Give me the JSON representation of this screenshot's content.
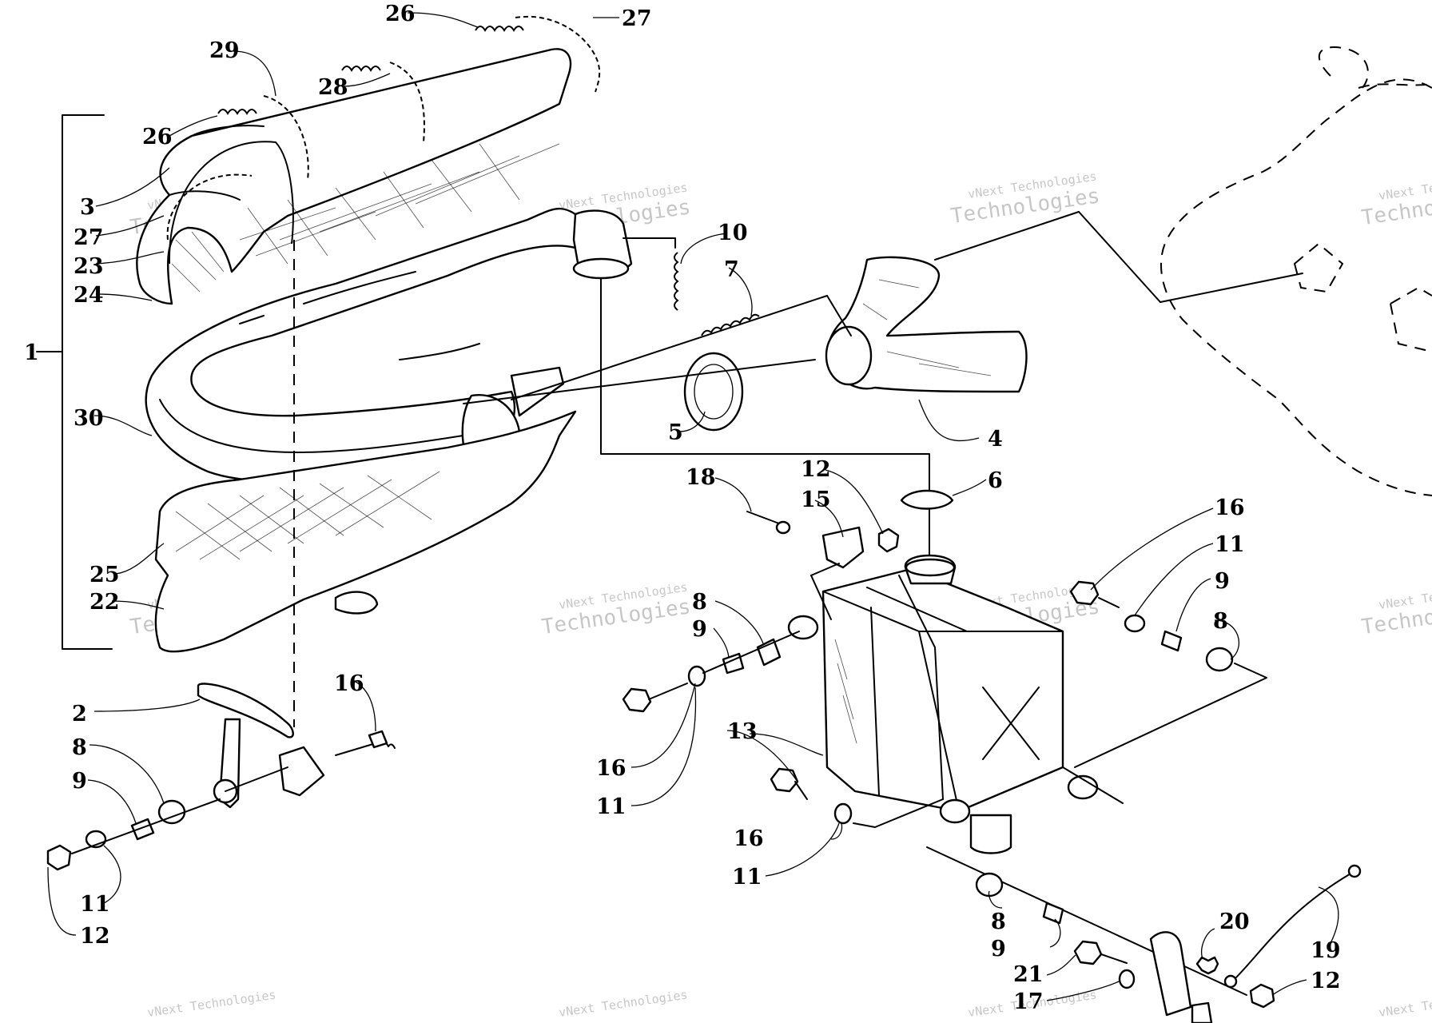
{
  "watermark": {
    "line1": "vNext Technologies",
    "line2": "Technologies",
    "color": "#b4b4b4"
  },
  "callouts": [
    {
      "id": "c1",
      "text": "1"
    },
    {
      "id": "c2",
      "text": "2"
    },
    {
      "id": "c3",
      "text": "3"
    },
    {
      "id": "c4",
      "text": "4"
    },
    {
      "id": "c5",
      "text": "5"
    },
    {
      "id": "c6",
      "text": "6"
    },
    {
      "id": "c7",
      "text": "7"
    },
    {
      "id": "c8a",
      "text": "8"
    },
    {
      "id": "c8b",
      "text": "8"
    },
    {
      "id": "c8c",
      "text": "8"
    },
    {
      "id": "c8d",
      "text": "8"
    },
    {
      "id": "c9a",
      "text": "9"
    },
    {
      "id": "c9b",
      "text": "9"
    },
    {
      "id": "c9c",
      "text": "9"
    },
    {
      "id": "c9d",
      "text": "9"
    },
    {
      "id": "c10",
      "text": "10"
    },
    {
      "id": "c11a",
      "text": "11"
    },
    {
      "id": "c11b",
      "text": "11"
    },
    {
      "id": "c11c",
      "text": "11"
    },
    {
      "id": "c11d",
      "text": "11"
    },
    {
      "id": "c12a",
      "text": "12"
    },
    {
      "id": "c12b",
      "text": "12"
    },
    {
      "id": "c12c",
      "text": "12"
    },
    {
      "id": "c13",
      "text": "13"
    },
    {
      "id": "c15",
      "text": "15"
    },
    {
      "id": "c16a",
      "text": "16"
    },
    {
      "id": "c16b",
      "text": "16"
    },
    {
      "id": "c16c",
      "text": "16"
    },
    {
      "id": "c16d",
      "text": "16"
    },
    {
      "id": "c17",
      "text": "17"
    },
    {
      "id": "c18",
      "text": "18"
    },
    {
      "id": "c19",
      "text": "19"
    },
    {
      "id": "c20",
      "text": "20"
    },
    {
      "id": "c21",
      "text": "21"
    },
    {
      "id": "c22",
      "text": "22"
    },
    {
      "id": "c23",
      "text": "23"
    },
    {
      "id": "c24",
      "text": "24"
    },
    {
      "id": "c25",
      "text": "25"
    },
    {
      "id": "c26a",
      "text": "26"
    },
    {
      "id": "c26b",
      "text": "26"
    },
    {
      "id": "c27a",
      "text": "27"
    },
    {
      "id": "c27b",
      "text": "27"
    },
    {
      "id": "c28",
      "text": "28"
    },
    {
      "id": "c29",
      "text": "29"
    },
    {
      "id": "c30",
      "text": "30"
    }
  ]
}
